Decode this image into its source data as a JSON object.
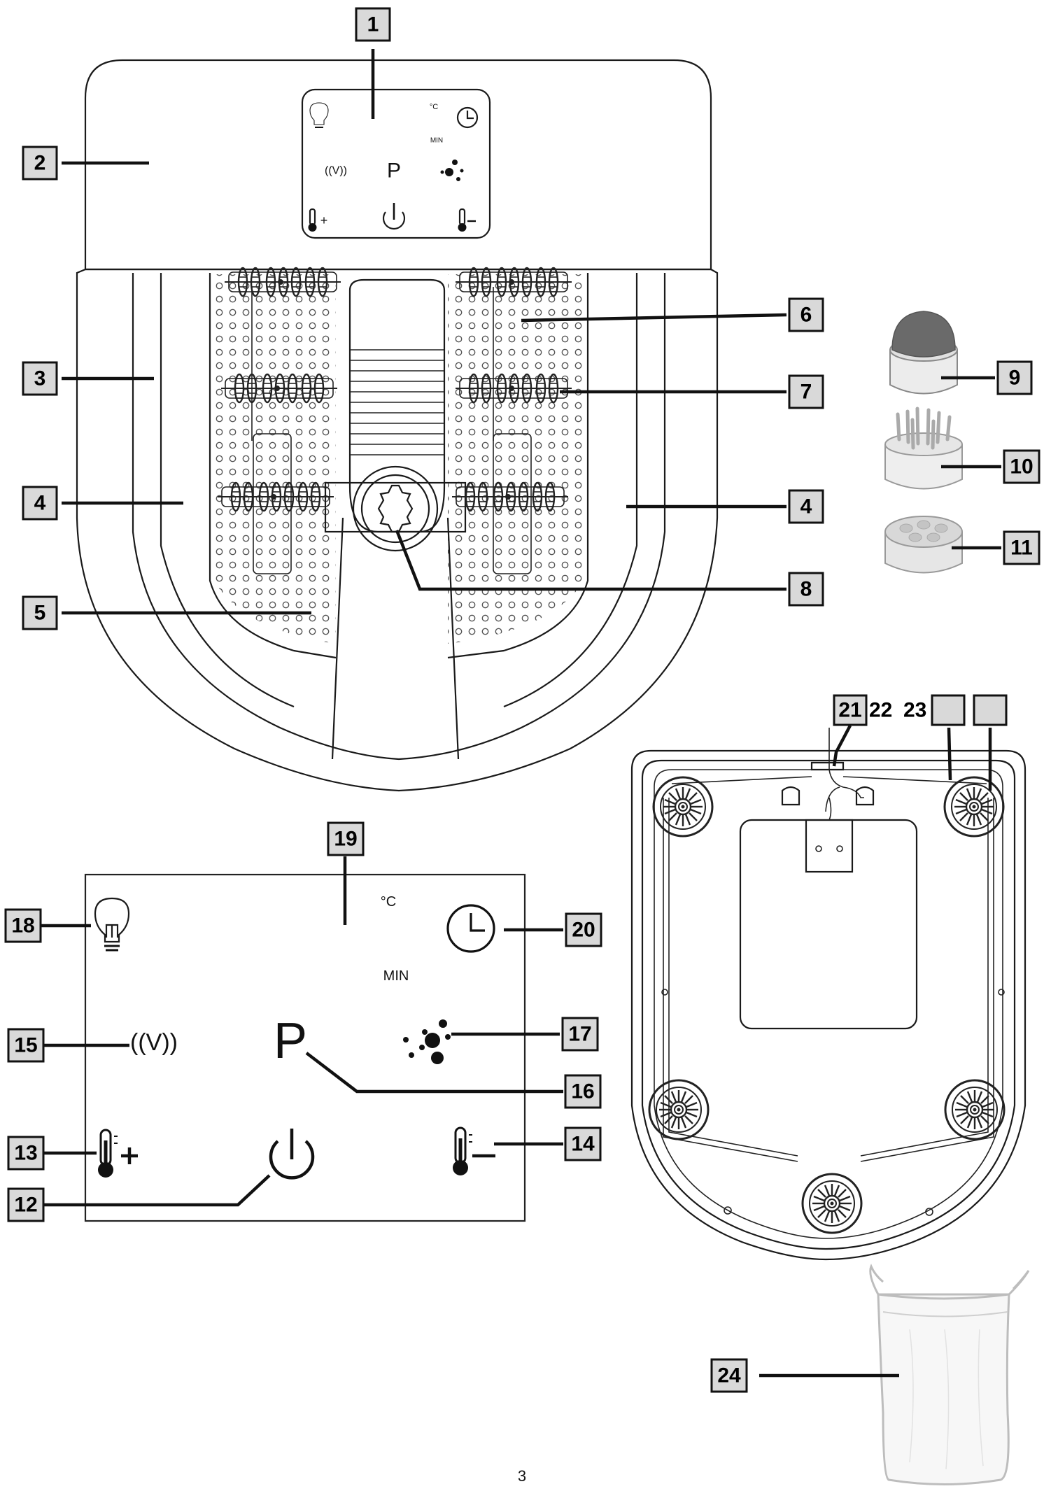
{
  "callouts": {
    "c1": "1",
    "c2": "2",
    "c3": "3",
    "c4a": "4",
    "c4b": "4",
    "c5": "5",
    "c6": "6",
    "c7": "7",
    "c8": "8",
    "c9": "9",
    "c10": "10",
    "c11": "11",
    "c12": "12",
    "c13": "13",
    "c14": "14",
    "c15": "15",
    "c16": "16",
    "c17": "17",
    "c18": "18",
    "c19": "19",
    "c20": "20",
    "c21": "21",
    "c22": "22",
    "c23": "23",
    "c24": "24"
  },
  "panel": {
    "temp_unit": "°C",
    "time_unit": "MIN",
    "program_letter": "P"
  },
  "page_number": "3",
  "icons": [
    "bulb-icon",
    "clock-icon",
    "vibration-icon",
    "bubbles-icon",
    "thermometer-plus-icon",
    "power-icon",
    "thermometer-minus-icon"
  ]
}
